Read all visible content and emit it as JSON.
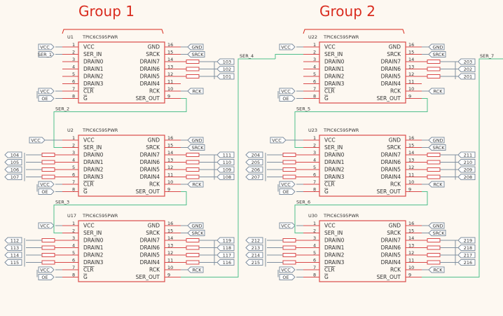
{
  "groups": [
    {
      "title": "Group 1",
      "chips": [
        {
          "ref": "U1",
          "part": "TPIC6C595PWR",
          "net_in": "SER_1",
          "net_in_kind": "flag",
          "net_out": "SER_2",
          "left_leds": [],
          "right_leds": [
            "103",
            "102",
            "101"
          ]
        },
        {
          "ref": "U2",
          "part": "TPIC6C595PWR",
          "net_in": "SER_2",
          "net_in_kind": "wire",
          "net_out": "SER_3",
          "left_leds": [
            "104",
            "105",
            "106",
            "107"
          ],
          "right_leds": [
            "111",
            "110",
            "109",
            "108"
          ]
        },
        {
          "ref": "U17",
          "part": "TPIC6C595PWR",
          "net_in": "SER_3",
          "net_in_kind": "wire",
          "net_out": "SER_4",
          "left_leds": [
            "112",
            "113",
            "114",
            "115"
          ],
          "right_leds": [
            "119",
            "118",
            "117",
            "116"
          ]
        }
      ]
    },
    {
      "title": "Group 2",
      "chips": [
        {
          "ref": "U22",
          "part": "TPIC6C595PWR",
          "net_in": "SER_4",
          "net_in_kind": "wire",
          "net_out": "SER_5",
          "left_leds": [],
          "right_leds": [
            "203",
            "202",
            "201"
          ]
        },
        {
          "ref": "U23",
          "part": "TPIC6C595PWR",
          "net_in": "SER_5",
          "net_in_kind": "wire",
          "net_out": "SER_6",
          "left_leds": [
            "204",
            "205",
            "206",
            "207"
          ],
          "right_leds": [
            "211",
            "210",
            "209",
            "208"
          ]
        },
        {
          "ref": "U30",
          "part": "TPIC6C595PWR",
          "net_in": "SER_6",
          "net_in_kind": "wire",
          "net_out": "SER_7",
          "left_leds": [
            "212",
            "213",
            "214",
            "215"
          ],
          "right_leds": [
            "219",
            "218",
            "217",
            "216"
          ]
        }
      ]
    }
  ],
  "pins_left": [
    {
      "num": "1",
      "name": "VCC",
      "over": false
    },
    {
      "num": "2",
      "name": "SER_IN",
      "over": false
    },
    {
      "num": "3",
      "name": "DRAIN0",
      "over": false
    },
    {
      "num": "4",
      "name": "DRAIN1",
      "over": false
    },
    {
      "num": "5",
      "name": "DRAIN2",
      "over": false
    },
    {
      "num": "6",
      "name": "DRAIN3",
      "over": false
    },
    {
      "num": "7",
      "name": "CLR",
      "over": true
    },
    {
      "num": "8",
      "name": "G",
      "over": true
    }
  ],
  "pins_right": [
    {
      "num": "16",
      "name": "GND",
      "over": false
    },
    {
      "num": "15",
      "name": "SRCK",
      "over": false
    },
    {
      "num": "14",
      "name": "DRAIN7",
      "over": false
    },
    {
      "num": "13",
      "name": "DRAIN6",
      "over": false
    },
    {
      "num": "12",
      "name": "DRAIN5",
      "over": false
    },
    {
      "num": "11",
      "name": "DRAIN4",
      "over": false
    },
    {
      "num": "10",
      "name": "RCK",
      "over": false
    },
    {
      "num": "9",
      "name": "SER_OUT",
      "over": false
    }
  ],
  "power_labels": {
    "vcc": "VCC",
    "gnd": "GND",
    "srck": "SRCK",
    "rck": "RCK",
    "clr": "VCC",
    "oe": "OE"
  },
  "colors": {
    "body": "#d94a4a",
    "wire": "#4fbf8c",
    "flag": "#7f8fa0",
    "text": "#333333",
    "title": "#d92b1e",
    "background": "#fdf8f1"
  }
}
